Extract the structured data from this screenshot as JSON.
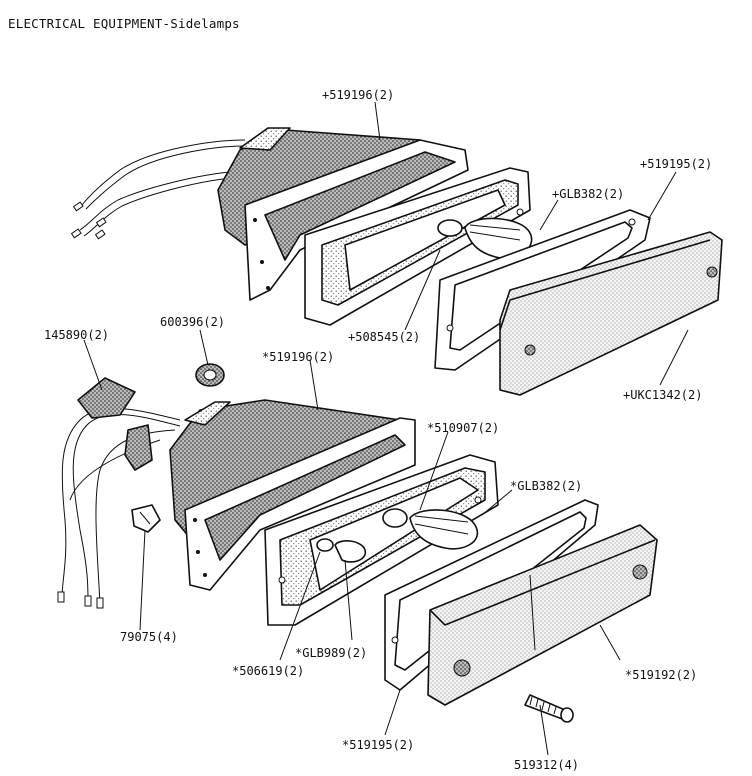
{
  "title": "ELECTRICAL EQUIPMENT-Sidelamps",
  "parts": {
    "p1": "+519196(2)",
    "p2": "+519195(2)",
    "p3": "+GLB382(2)",
    "p4": "+508545(2)",
    "p5": "+UKC1342(2)",
    "p6": "145890(2)",
    "p7": "600396(2)",
    "p8": "*519196(2)",
    "p9": "*510907(2)",
    "p10": "*GLB382(2)",
    "p11": "*GLB989(2)",
    "p12": "*506619(2)",
    "p13": "79075(4)",
    "p14": "*519192(2)",
    "p15": "*519195(2)",
    "p16": "519312(4)"
  }
}
